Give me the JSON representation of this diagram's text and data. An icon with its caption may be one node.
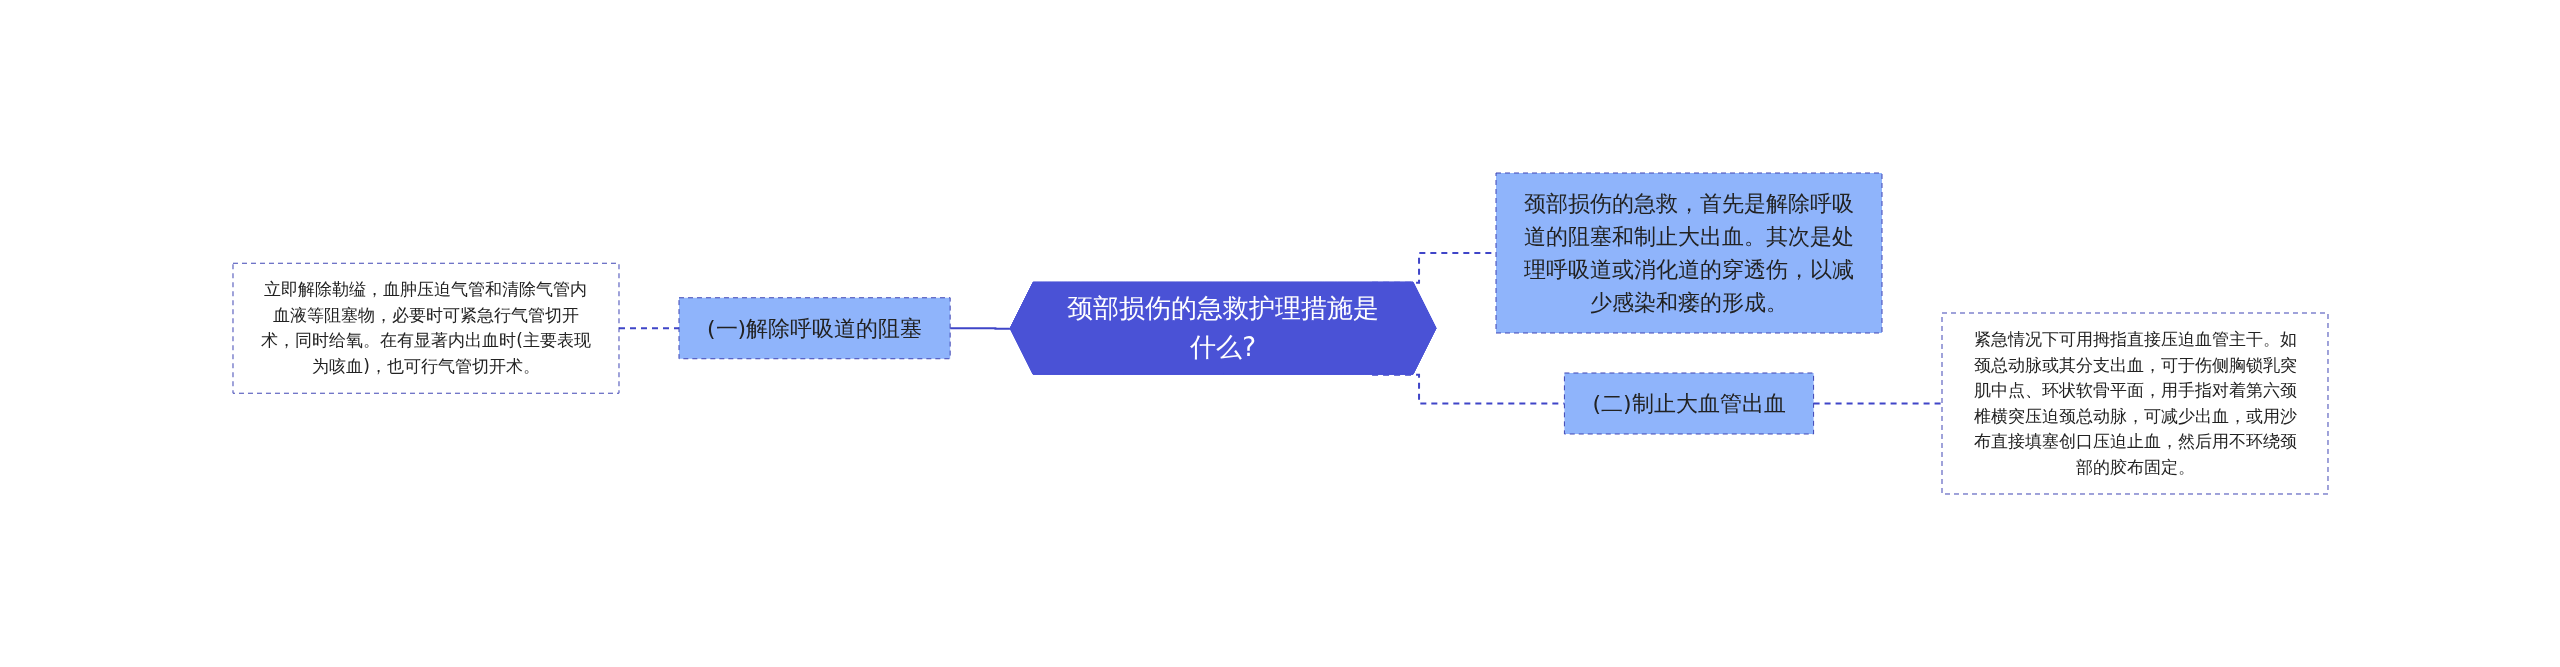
{
  "diagram": {
    "nodes": [
      {
        "text": [
          "颈部损伤的急救护理措施是什么?"
        ]
      },
      {
        "text": [
          "(一)解除呼吸道的阻塞"
        ]
      },
      {
        "text": [
          "立即解除勒缢，血肿压迫气管和清除气管内血液等阻塞物，必要时可紧急行气管切开术，同时给氧。在有显著内出血时(主要表现为咳血)，也可行气管切开术。"
        ]
      },
      {
        "text": [
          "颈部损伤的急救，首先是解除呼吸道的阻塞和制止大出血。其次是处理呼吸道或消化道的穿透伤，以减少感染和瘘的形成。"
        ]
      },
      {
        "text": [
          "(二)制止大血管出血"
        ]
      },
      {
        "text": [
          "紧急情况下可用拇指直接压迫血管主干。如颈总动脉或其分支出血，可于伤侧胸锁乳突肌中点、环状软骨平面，用手指对着第六颈椎横突压迫颈总动脉，可减少出血，或用沙布直接填塞创口压迫止血，然后用不环绕颈部的胶布固定。"
        ]
      }
    ],
    "edges": [
      {
        "from": 1,
        "to": 0,
        "arrow": "none"
      },
      {
        "from": 2,
        "to": 1,
        "arrow": "none",
        "style": "dashed"
      },
      {
        "from": 0,
        "to": 3,
        "arrow": "none",
        "style": "dashed"
      },
      {
        "from": 0,
        "to": 4,
        "arrow": "none",
        "style": "dashed"
      },
      {
        "from": 4,
        "to": 5,
        "arrow": "none",
        "style": "dashed"
      }
    ]
  }
}
